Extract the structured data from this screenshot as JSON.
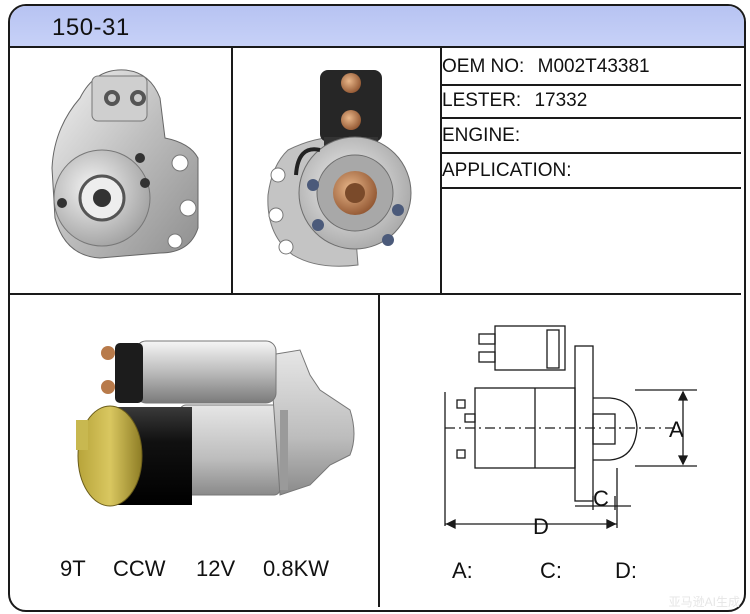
{
  "header": {
    "title": "150-31"
  },
  "specs": {
    "oem_label": "OEM NO:",
    "oem_value": "M002T43381",
    "lester_label": "LESTER:",
    "lester_value": "17332",
    "engine_label": "ENGINE:",
    "application_label": "APPLICATION:"
  },
  "product": {
    "teeth": "9T",
    "rotation": "CCW",
    "voltage": "12V",
    "power": "0.8KW"
  },
  "diagram": {
    "label_a": "A",
    "label_c": "C",
    "label_d": "D"
  },
  "dimensions": {
    "a_label": "A:",
    "c_label": "C:",
    "d_label": "D:"
  },
  "watermark": "亚马逊AI生成"
}
